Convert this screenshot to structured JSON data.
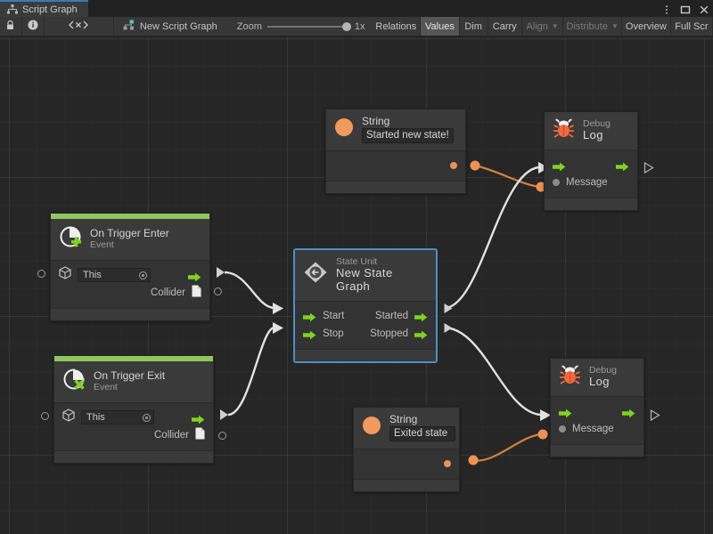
{
  "window": {
    "tab_label": "Script Graph",
    "tab_icon": "graph-icon",
    "menu_icon": "kebab-menu-icon",
    "maximize_icon": "maximize-icon",
    "close_icon": "close-icon"
  },
  "toolbar": {
    "lock_icon": "lock-icon",
    "info_icon": "info-icon",
    "variables_icon": "code-brackets-icon",
    "graph_icon": "script-graph-icon",
    "graph_name": "New Script Graph",
    "zoom_label": "Zoom",
    "zoom_value": "1x",
    "buttons": [
      {
        "label": "Relations",
        "active": false,
        "dim": false,
        "caret": false
      },
      {
        "label": "Values",
        "active": true,
        "dim": false,
        "caret": false
      },
      {
        "label": "Dim",
        "active": false,
        "dim": false,
        "caret": false
      },
      {
        "label": "Carry",
        "active": false,
        "dim": false,
        "caret": false
      },
      {
        "label": "Align",
        "active": false,
        "dim": true,
        "caret": true
      },
      {
        "label": "Distribute",
        "active": false,
        "dim": true,
        "caret": true
      },
      {
        "label": "Overview",
        "active": false,
        "dim": false,
        "caret": false
      },
      {
        "label": "Full Scr",
        "active": false,
        "dim": false,
        "caret": false
      }
    ]
  },
  "colors": {
    "accent_green": "#8fc75a",
    "flow_arrow_green": "#7ed321",
    "string_orange": "#ef9155",
    "selection_blue": "#4d8fc4",
    "canvas_bg": "#262626",
    "node_bg": "#3a3a3a",
    "wire_white": "#e0e0e0",
    "wire_orange": "#d4803f"
  },
  "nodes": {
    "on_trigger_enter": {
      "title": "On Trigger Enter",
      "subtitle": "Event",
      "icon": "trigger-enter-icon",
      "target_value": "This",
      "output_label": "Collider"
    },
    "on_trigger_exit": {
      "title": "On Trigger Exit",
      "subtitle": "Event",
      "icon": "trigger-exit-icon",
      "target_value": "This",
      "output_label": "Collider"
    },
    "state_unit": {
      "subtitle": "State Unit",
      "title": "New State Graph",
      "icon": "state-unit-icon",
      "inputs": [
        "Start",
        "Stop"
      ],
      "outputs": [
        "Started",
        "Stopped"
      ],
      "selected": true
    },
    "string_top": {
      "title": "String",
      "icon": "string-value-icon",
      "value": "Started new state!"
    },
    "string_bottom": {
      "title": "String",
      "icon": "string-value-icon",
      "value": "Exited state"
    },
    "debug_log_top": {
      "subtitle": "Debug",
      "title": "Log",
      "icon": "bug-icon",
      "input_label": "Message"
    },
    "debug_log_bottom": {
      "subtitle": "Debug",
      "title": "Log",
      "icon": "bug-icon",
      "input_label": "Message"
    }
  }
}
